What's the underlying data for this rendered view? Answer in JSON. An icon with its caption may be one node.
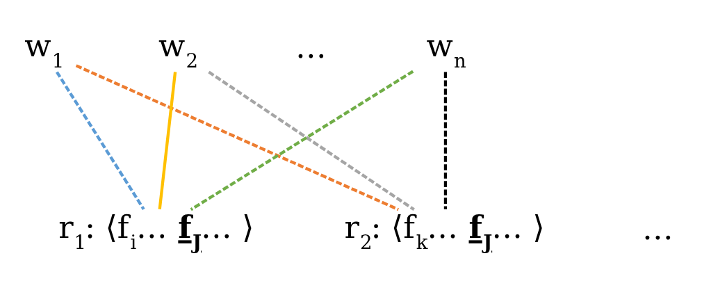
{
  "diagram": {
    "nodes": [
      {
        "text": [
          "w$_{1}$"
        ]
      },
      {
        "text": [
          "w$_{2}$"
        ]
      },
      {
        "text": [
          "w$_{n}$"
        ]
      },
      {
        "text": [
          "r$_{1}$: ⟨f$_{i}$… **f$_{J}$**… ⟩"
        ]
      },
      {
        "text": [
          "r$_{2}$: ⟨f$_{k}$… **f$_{J}$**… ⟩"
        ]
      }
    ],
    "edges": [
      {
        "from": 0,
        "to": 3,
        "arrow": "none",
        "style": "dashed",
        "color": "#5b9bd5"
      },
      {
        "from": 0,
        "to": 4,
        "arrow": "none",
        "style": "dashed",
        "color": "#ed7d31"
      },
      {
        "from": 1,
        "to": 3,
        "arrow": "none",
        "color": "#ffc000"
      },
      {
        "from": 1,
        "to": 4,
        "arrow": "none",
        "style": "dashed",
        "color": "#a5a5a5"
      },
      {
        "from": 2,
        "to": 3,
        "arrow": "none",
        "style": "dashed",
        "color": "#70ad47"
      },
      {
        "from": 2,
        "to": 4,
        "arrow": "none",
        "style": "dashed",
        "color": "#000000"
      }
    ],
    "labels": [
      "…",
      "…"
    ]
  }
}
